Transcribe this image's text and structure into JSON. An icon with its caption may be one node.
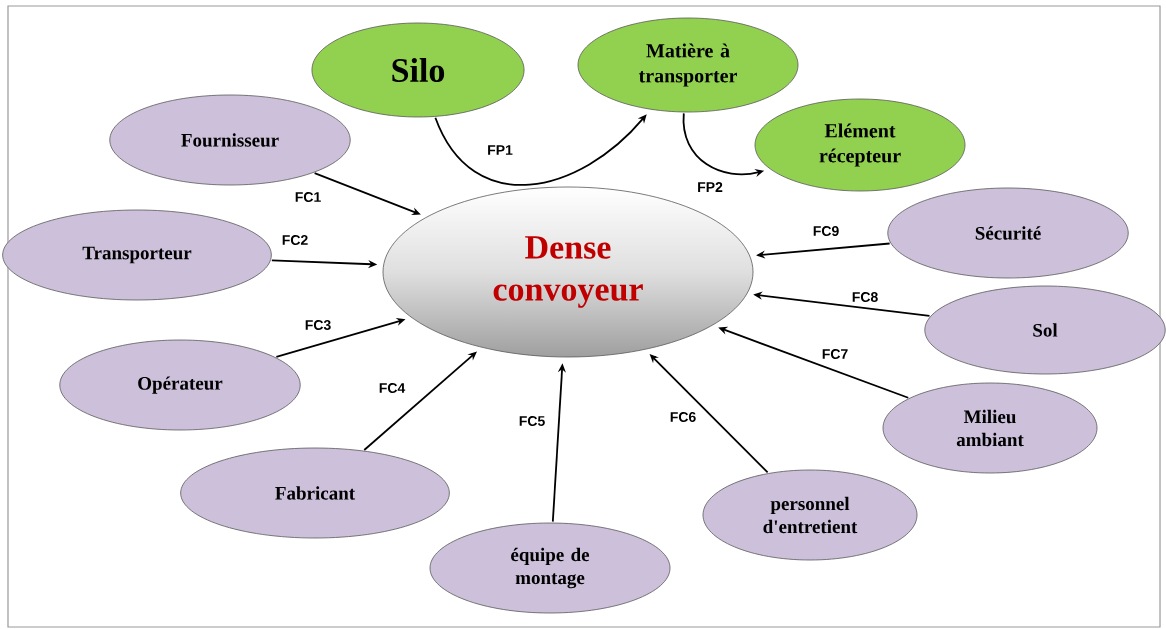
{
  "diagram": {
    "nodes": [
      {
        "text": [
          "Silo"
        ]
      },
      {
        "text": [
          "Matière à transporter"
        ]
      },
      {
        "text": [
          "Elément récepteur"
        ]
      },
      {
        "text": [
          "Dense convoyeur"
        ]
      },
      {
        "text": [
          "Fournisseur"
        ]
      },
      {
        "text": [
          "Transporteur"
        ]
      },
      {
        "text": [
          "Opérateur"
        ]
      },
      {
        "text": [
          "Fabricant"
        ]
      },
      {
        "text": [
          "équipe de montage"
        ]
      },
      {
        "text": [
          "personnel d'entretient"
        ]
      },
      {
        "text": [
          "Milieu ambiant"
        ]
      },
      {
        "text": [
          "Sol"
        ]
      },
      {
        "text": [
          "Sécurité"
        ]
      }
    ],
    "edges": [
      {
        "from": 0,
        "to": 1,
        "arrow": "to",
        "label": "FP1"
      },
      {
        "from": 1,
        "to": 2,
        "arrow": "to",
        "label": "FP2"
      },
      {
        "from": 4,
        "to": 3,
        "arrow": "to",
        "label": "FC1"
      },
      {
        "from": 5,
        "to": 3,
        "arrow": "to",
        "label": "FC2"
      },
      {
        "from": 6,
        "to": 3,
        "arrow": "to",
        "label": "FC3"
      },
      {
        "from": 7,
        "to": 3,
        "arrow": "to",
        "label": "FC4"
      },
      {
        "from": 8,
        "to": 3,
        "arrow": "to",
        "label": "FC5"
      },
      {
        "from": 9,
        "to": 3,
        "arrow": "to",
        "label": "FC6"
      },
      {
        "from": 10,
        "to": 3,
        "arrow": "to",
        "label": "FC7"
      },
      {
        "from": 11,
        "to": 3,
        "arrow": "to",
        "label": "FC8"
      },
      {
        "from": 12,
        "to": 3,
        "arrow": "to",
        "label": "FC9"
      }
    ]
  }
}
